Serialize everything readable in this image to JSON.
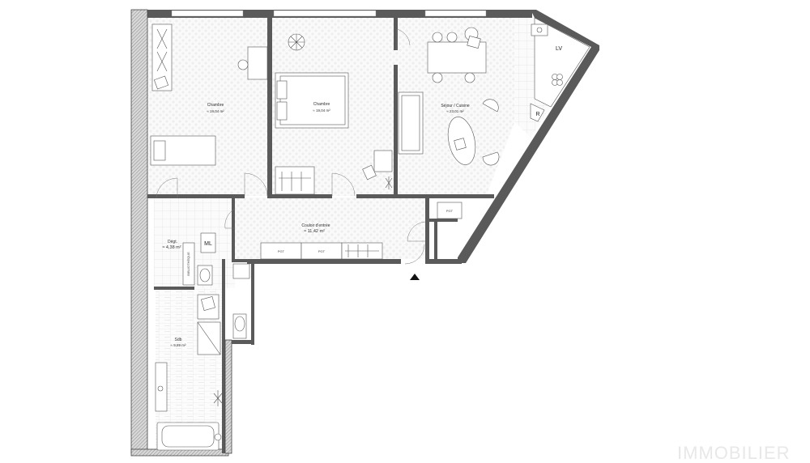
{
  "rooms": {
    "chambre1": {
      "label": "Chambre",
      "area": "≈ 19,04 m²"
    },
    "chambre2": {
      "label": "Chambre",
      "area": "≈ 19,04 m²"
    },
    "sejour": {
      "label": "Séjour / Cuisine",
      "area": "≈ 23,01 m²"
    },
    "couloir": {
      "label": "Couloir d'entrée",
      "area": "≈ 11,42 m²"
    },
    "degt": {
      "label": "Dégt.",
      "area": "≈ 4,38 m²"
    },
    "sdb": {
      "label": "Sdb",
      "area": "≈ 9,89 m²"
    }
  },
  "tags": {
    "lv": "LV",
    "r": "R",
    "ml": "ML",
    "bibliotheque": "BIBLIOTHÈQUE",
    "pgt_kitchen": "PGT",
    "pgt_1": "PGT",
    "pgt_2": "PGT"
  },
  "watermark": "IMMOBILIER",
  "colors": {
    "wall": "#5a5a5a",
    "floor_tile": "#e9e9e9",
    "background": "#ffffff"
  }
}
